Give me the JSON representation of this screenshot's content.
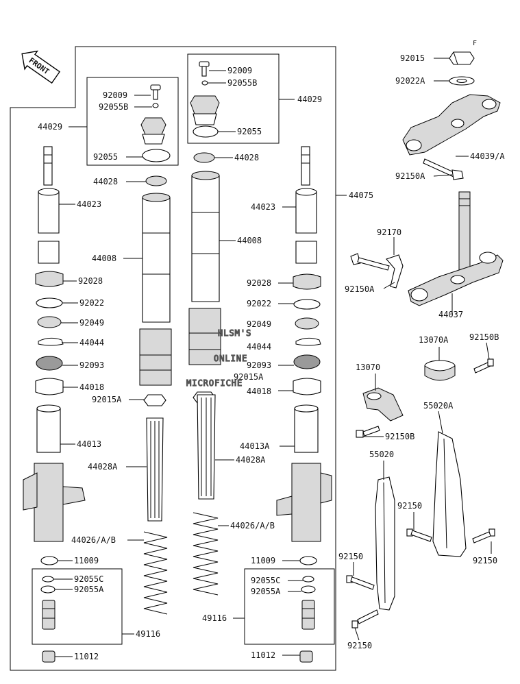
{
  "corner_mark": "F",
  "front_arrow": "FRONT",
  "watermark": [
    "HLSM'S",
    "ONLINE",
    "MICROFICHE"
  ],
  "labels": {
    "p92015_top": "92015",
    "p92022A_top": "92022A",
    "p44039A": "44039/A",
    "p92150A_top": "92150A",
    "p92009_r": "92009",
    "p92055B_r": "92055B",
    "p44029_r": "44029",
    "p92055_r": "92055",
    "p92009_l": "92009",
    "p92055B_l": "92055B",
    "p44029_l": "44029",
    "p92055_l": "92055",
    "p44028_r": "44028",
    "p44028_l": "44028",
    "p44075": "44075",
    "p44023_l": "44023",
    "p44023_r": "44023",
    "p44008_l": "44008",
    "p44008_r": "44008",
    "p92170": "92170",
    "p92150A_mid": "92150A",
    "p44037": "44037",
    "p92028_l": "92028",
    "p92028_r": "92028",
    "p92022_l": "92022",
    "p92022_r": "92022",
    "p92049_l": "92049",
    "p92049_r": "92049",
    "p44044_l": "44044",
    "p44044_r": "44044",
    "p92093_l": "92093",
    "p92093_r": "92093",
    "p92015A_r": "92015A",
    "p44018_l": "44018",
    "p44018_r": "44018",
    "p92015A_l": "92015A",
    "p13070A": "13070A",
    "p92150B_top": "92150B",
    "p13070": "13070",
    "p55020A": "55020A",
    "p92150B_mid": "92150B",
    "p44013": "44013",
    "p44013A": "44013A",
    "p44028A_l": "44028A",
    "p44028A_r": "44028A",
    "p55020": "55020",
    "p92150_a": "92150",
    "p44026_l": "44026/A/B",
    "p44026_r": "44026/A/B",
    "p92150_b": "92150",
    "p11009_l": "11009",
    "p11009_r": "11009",
    "p92150_c": "92150",
    "p92055C_l": "92055C",
    "p92055A_l": "92055A",
    "p92055C_r": "92055C",
    "p92055A_r": "92055A",
    "p49116_l": "49116",
    "p49116_r": "49116",
    "p92150_d": "92150",
    "p11012_l": "11012",
    "p11012_r": "11012"
  }
}
